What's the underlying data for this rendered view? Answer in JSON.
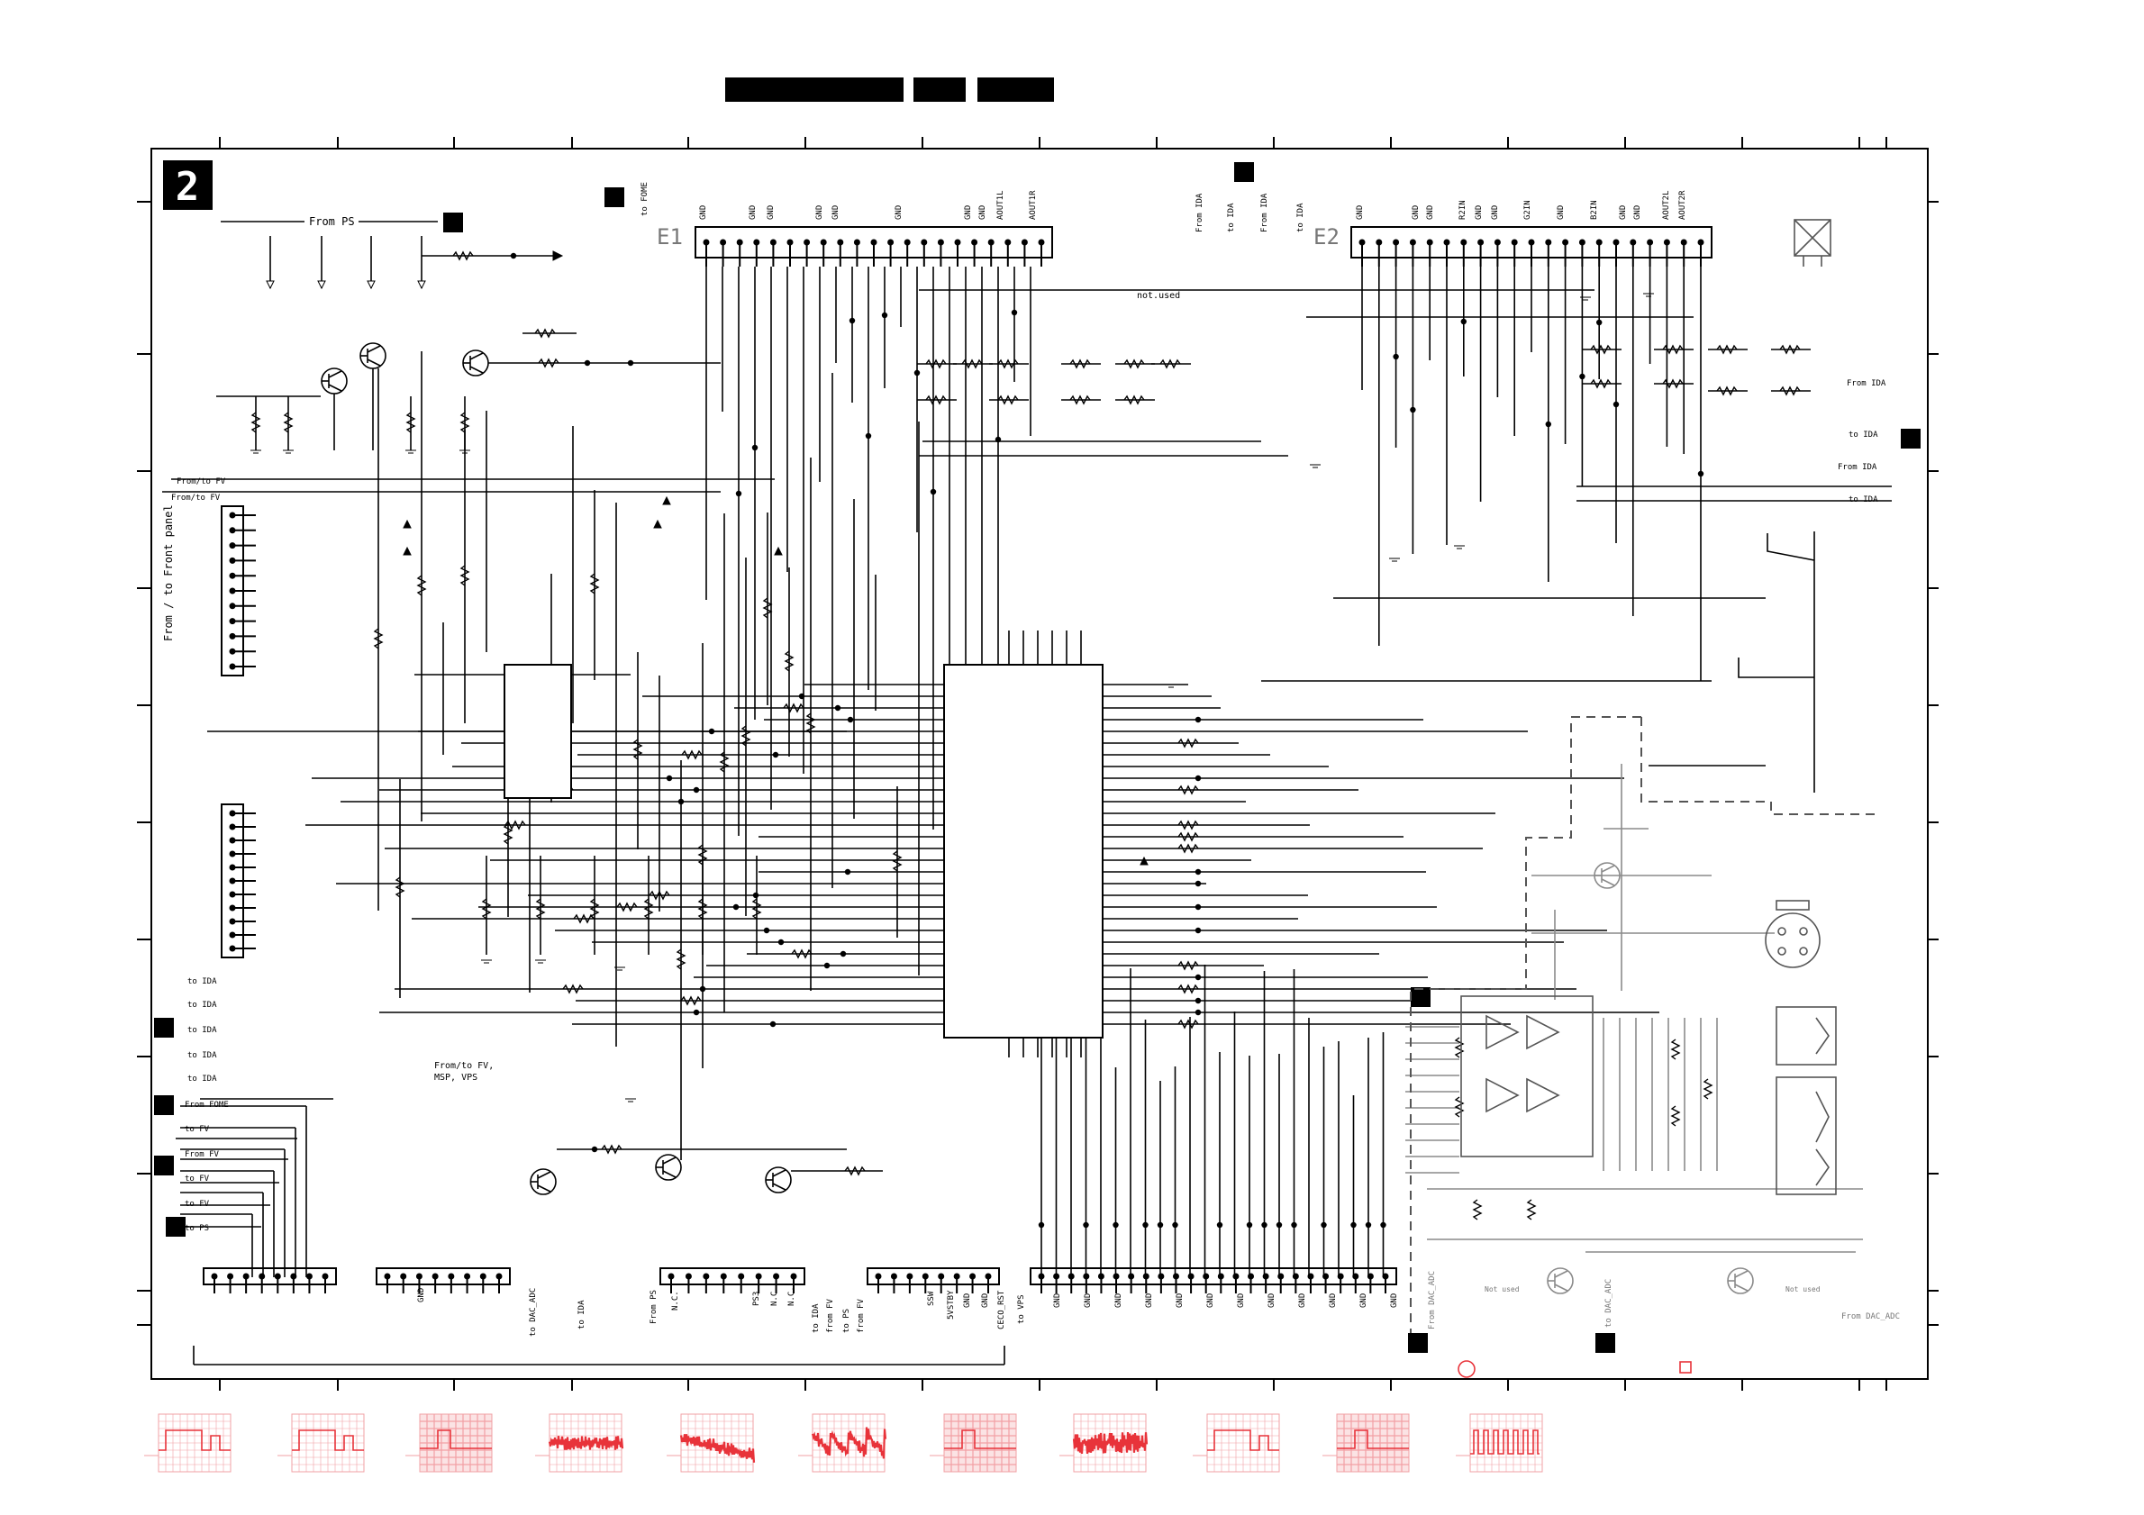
{
  "sheet": {
    "sheet_number": "2",
    "power_label": "From PS",
    "front_panel_label": "From / to Front panel",
    "not_used_label": "not.used"
  },
  "connectors": {
    "e1": {
      "ref": "E1",
      "pins": [
        "GND",
        "GND",
        "GND",
        "GND",
        "GND",
        "GND",
        "GND",
        "GND",
        "AOUT1L",
        "AOUT1R"
      ]
    },
    "e2": {
      "ref": "E2",
      "pins": [
        "GND",
        "GND",
        "GND",
        "R2IN",
        "GND",
        "GND",
        "G2IN",
        "GND",
        "B2IN",
        "GND",
        "GND",
        "AOUT2L",
        "AOUT2R"
      ]
    },
    "top_middle": [
      "From IDA",
      "to IDA",
      "From IDA",
      "to IDA"
    ],
    "fome": "to FOME"
  },
  "left_labels": [
    "From/to FV",
    "From/to FV"
  ],
  "ida_left": [
    "to IDA",
    "to IDA",
    "to IDA",
    "to IDA",
    "to IDA"
  ],
  "fv_left": [
    "From FOME",
    "to FV",
    "From FV",
    "to FV",
    "to FV",
    "to PS"
  ],
  "right_ida": [
    "From IDA",
    "to IDA",
    "From IDA",
    "to IDA"
  ],
  "fv_note": [
    "From/to FV,",
    "MSP, VPS"
  ],
  "bottom_conn_b": [
    "GND"
  ],
  "bottom_conn_b2": [
    "to DAC_ADC",
    "to IDA"
  ],
  "bottom_conn_c": [
    "From PS",
    "N.C.",
    "PS3",
    "N.C.",
    "N.C."
  ],
  "bottom_conn_d": [
    "to IDA",
    "from FV",
    "to PS",
    "from FV",
    "SSW",
    "5VSTBY",
    "GND",
    "GND",
    "CECO_RST",
    "to VPS"
  ],
  "bottom_conn_e": [
    "GND",
    "GND",
    "GND",
    "GND",
    "GND",
    "GND",
    "GND",
    "GND",
    "GND",
    "GND",
    "GND",
    "GND"
  ],
  "dac_labels": [
    "From DAC_ADC",
    "Not used",
    "to DAC_ADC",
    "Not used",
    "From DAC_ADC"
  ],
  "colors": {
    "ink": "#000000",
    "grey_ink": "#8a8a8a",
    "scope_red": "#e8333a",
    "scope_grid": "#f2a0a4"
  },
  "icons": {
    "ground": "ground-icon",
    "transistor": "transistor-icon",
    "scope": "oscilloscope-waveform-icon"
  }
}
